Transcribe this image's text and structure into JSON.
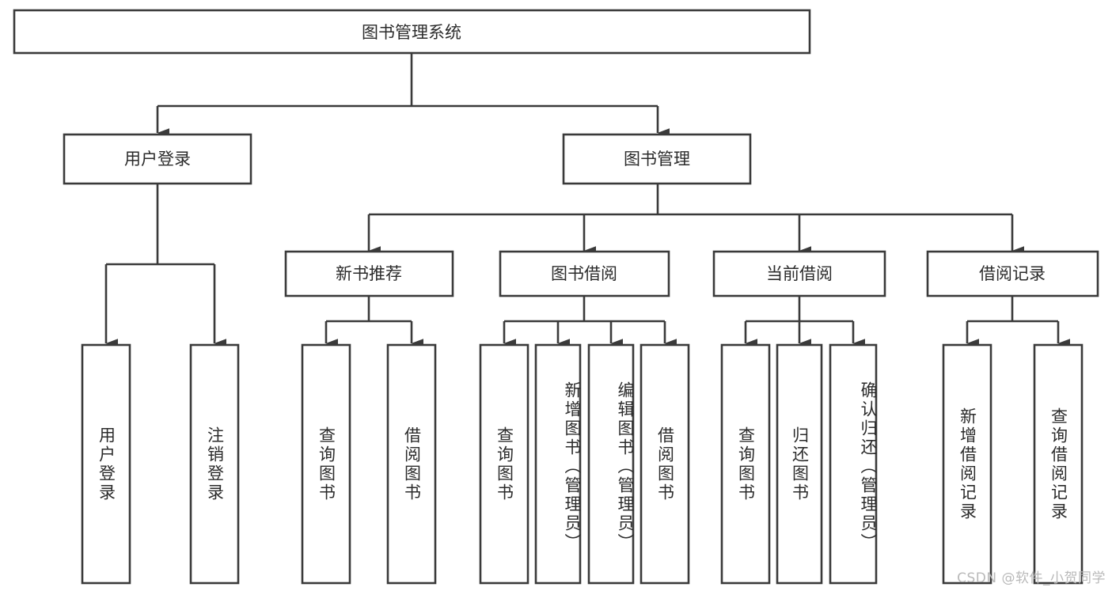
{
  "diagram": {
    "title": "图书管理系统",
    "type": "tree-hierarchy-chart",
    "orientation": "top-down",
    "colors": {
      "box_fill": "#ffffff",
      "box_stroke": "#3a3a3a",
      "text": "#2b2b2b",
      "background": "#ffffff",
      "watermark": "#b9b9b9"
    },
    "root": {
      "label": "图书管理系统"
    },
    "level2": [
      {
        "label": "用户登录"
      },
      {
        "label": "图书管理"
      }
    ],
    "level3": [
      {
        "label": "新书推荐"
      },
      {
        "label": "图书借阅"
      },
      {
        "label": "当前借阅"
      },
      {
        "label": "借阅记录"
      }
    ],
    "leaves": {
      "user_login": [
        {
          "label": "用户登录"
        },
        {
          "label": "注销登录"
        }
      ],
      "new_book_recommend": [
        {
          "label": "查询图书"
        },
        {
          "label": "借阅图书"
        }
      ],
      "book_borrow": [
        {
          "label": "查询图书"
        },
        {
          "label": "新增图书（管理员）"
        },
        {
          "label": "编辑图书（管理员）"
        },
        {
          "label": "借阅图书"
        }
      ],
      "current_borrow": [
        {
          "label": "查询图书"
        },
        {
          "label": "归还图书"
        },
        {
          "label": "确认归还（管理员）"
        }
      ],
      "borrow_record": [
        {
          "label": "新增借阅记录"
        },
        {
          "label": "查询借阅记录"
        }
      ]
    }
  },
  "watermark": {
    "text": "CSDN @软件_小贺同学"
  }
}
